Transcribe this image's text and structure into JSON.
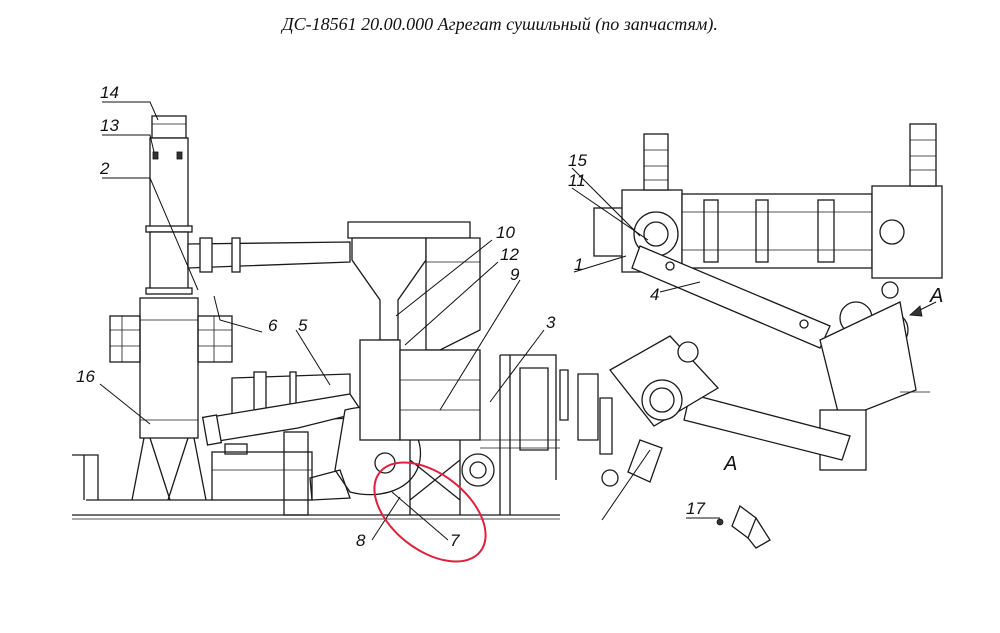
{
  "title": "ДС-18561 20.00.000  Агрегат сушильный (по запчастям).",
  "labels": {
    "l1": "1",
    "l2": "2",
    "l3": "3",
    "l4": "4",
    "l5": "5",
    "l6": "6",
    "l7": "7",
    "l8": "8",
    "l9": "9",
    "l10": "10",
    "l11": "11",
    "l12": "12",
    "l13": "13",
    "l14": "14",
    "l15": "15",
    "l16": "16",
    "l17": "17",
    "viewA": "A",
    "viewA2": "A"
  },
  "colors": {
    "line": "#1a1a1a",
    "highlight": "#e0203c"
  }
}
